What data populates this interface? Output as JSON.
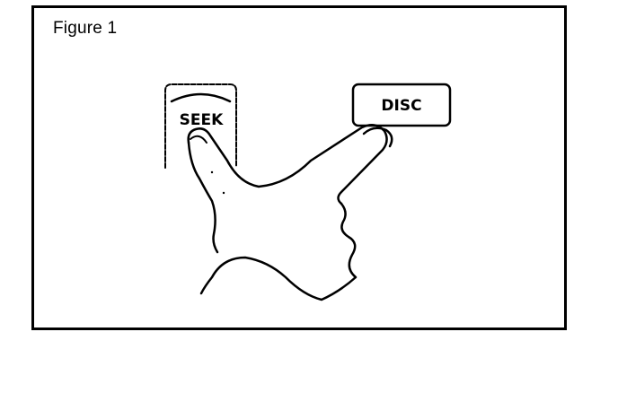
{
  "figure": {
    "caption": "Figure 1"
  },
  "buttons": {
    "seek_label": "SEEK",
    "disc_label": "DISC"
  },
  "colors": {
    "ink": "#000000",
    "paper": "#ffffff"
  }
}
